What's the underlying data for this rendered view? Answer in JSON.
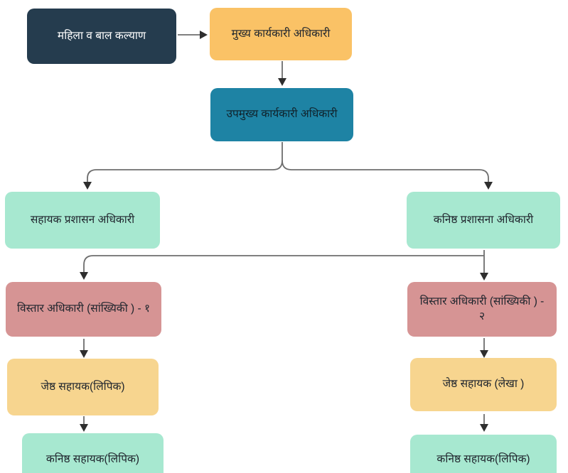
{
  "diagram": {
    "type": "org-chart-flowchart",
    "canvas": {
      "background": "#FFFFFF"
    },
    "connector": {
      "line_color": "#6E6E6E",
      "arrow_color": "#2E2E2E"
    },
    "nodes": {
      "root": {
        "label": "महिला व बाल कल्याण",
        "fill": "#253C4E",
        "text": "#FFFFFF"
      },
      "ceo": {
        "label": "मुख्य कार्यकारी अधिकारी",
        "fill": "#FAC266",
        "text": "#20262E"
      },
      "deputy_ceo": {
        "label": "उपमुख्य कार्यकारी अधिकारी",
        "fill": "#1E83A4",
        "text": "#10222B"
      },
      "assistant_admin_officer": {
        "label": "सहायक प्रशासन अधिकारी",
        "fill": "#A7E8D0",
        "text": "#20262E"
      },
      "junior_admin_officer": {
        "label": "कनिष्ठ प्रशासना अधिकारी",
        "fill": "#A7E8D0",
        "text": "#20262E"
      },
      "extension_officer_1": {
        "label": "विस्तार अधिकारी (सांख्यिकी ) - १",
        "fill": "#D69494",
        "text": "#20262E"
      },
      "extension_officer_2": {
        "label": "विस्तार अधिकारी (सांख्यिकी ) - २",
        "fill": "#D69494",
        "text": "#20262E"
      },
      "senior_assistant_clerk": {
        "label": "जेष्ठ सहायक(लिपिक)",
        "fill": "#F7D58F",
        "text": "#20262E"
      },
      "senior_assistant_accounts": {
        "label": "जेष्ठ सहायक (लेखा )",
        "fill": "#F7D58F",
        "text": "#20262E"
      },
      "junior_assistant_clerk_left": {
        "label": "कनिष्ठ सहायक(लिपिक)",
        "fill": "#A7E8D0",
        "text": "#20262E"
      },
      "junior_assistant_clerk_right": {
        "label": "कनिष्ठ सहायक(लिपिक)",
        "fill": "#A7E8D0",
        "text": "#20262E"
      }
    },
    "edges": [
      {
        "from": "root",
        "to": "ceo"
      },
      {
        "from": "ceo",
        "to": "deputy_ceo"
      },
      {
        "from": "deputy_ceo",
        "to": "assistant_admin_officer"
      },
      {
        "from": "deputy_ceo",
        "to": "junior_admin_officer"
      },
      {
        "from": "junior_admin_officer",
        "to": "extension_officer_1"
      },
      {
        "from": "junior_admin_officer",
        "to": "extension_officer_2"
      },
      {
        "from": "extension_officer_1",
        "to": "senior_assistant_clerk"
      },
      {
        "from": "extension_officer_2",
        "to": "senior_assistant_accounts"
      },
      {
        "from": "senior_assistant_clerk",
        "to": "junior_assistant_clerk_left"
      },
      {
        "from": "senior_assistant_accounts",
        "to": "junior_assistant_clerk_right"
      }
    ]
  }
}
